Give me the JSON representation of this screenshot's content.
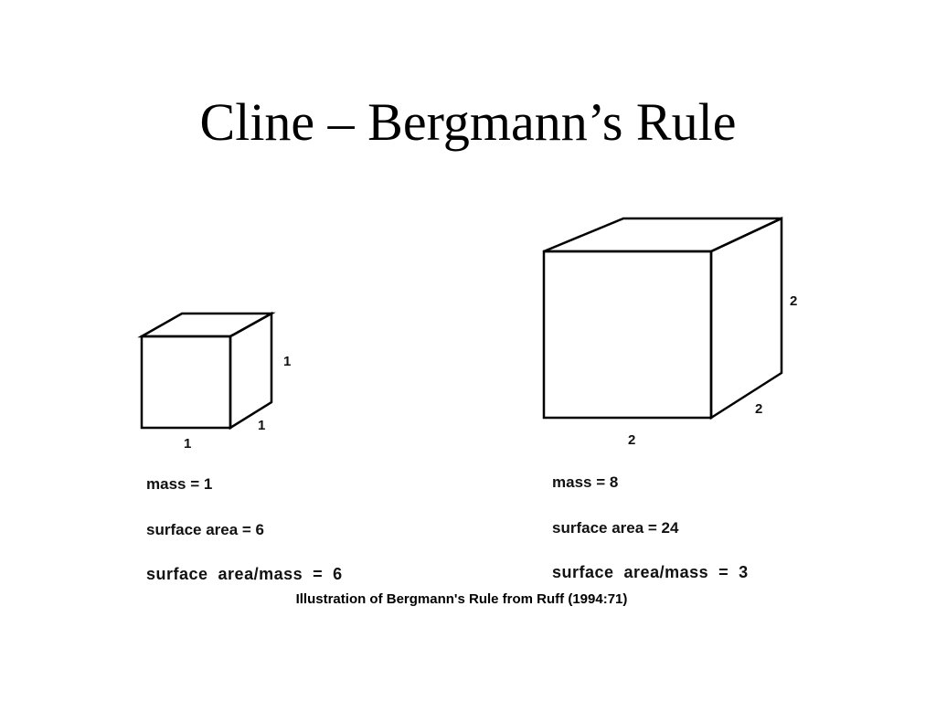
{
  "slide": {
    "title": "Cline – Bergmann’s Rule"
  },
  "small_cube": {
    "dim_height": "1",
    "dim_depth": "1",
    "dim_width": "1",
    "mass_text": "mass = 1",
    "surface_area_text": "surface area = 6",
    "ratio_text": "surface  area/mass  =  6"
  },
  "large_cube": {
    "dim_height": "2",
    "dim_depth": "2",
    "dim_width": "2",
    "mass_text": "mass = 8",
    "surface_area_text": "surface area = 24",
    "ratio_text": "surface  area/mass  =  3"
  },
  "caption": "Illustration of Bergmann's Rule from Ruff (1994:71)"
}
